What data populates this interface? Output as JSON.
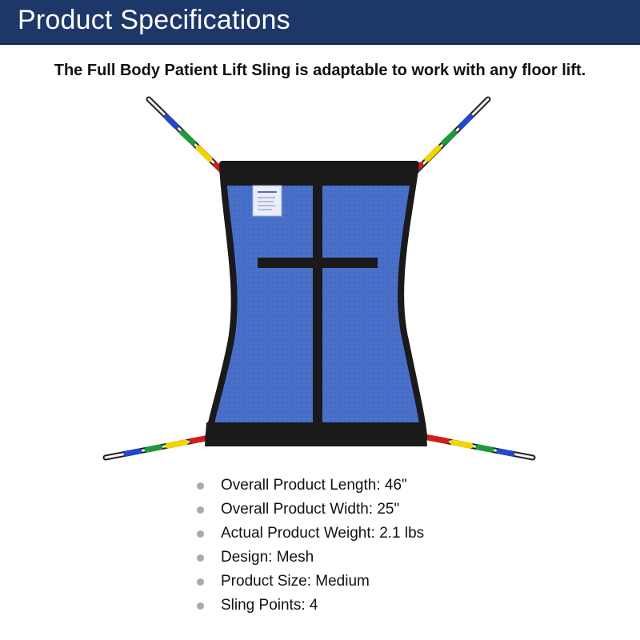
{
  "header": {
    "title": "Product Specifications"
  },
  "subtitle": "The Full Body Patient Lift Sling is adaptable to work with any floor lift.",
  "colors": {
    "header_bg": "#1d3868",
    "sling_mesh": "#4a6fc9",
    "sling_border": "#1a1a1a",
    "strap_loop_colors": [
      "#2448c8",
      "#1f9a3a",
      "#f2d400",
      "#d51c1c"
    ]
  },
  "image": {
    "name": "patient-lift-sling"
  },
  "specs": [
    {
      "label": "Overall Product Length",
      "value": "46\"",
      "text": "Overall Product Length: 46\""
    },
    {
      "label": "Overall Product Width",
      "value": "25\"",
      "text": "Overall Product Width: 25\""
    },
    {
      "label": "Actual Product Weight",
      "value": "2.1 lbs",
      "text": "Actual Product Weight: 2.1 lbs"
    },
    {
      "label": "Design",
      "value": "Mesh",
      "text": "Design: Mesh"
    },
    {
      "label": "Product Size",
      "value": "Medium",
      "text": "Product Size: Medium"
    },
    {
      "label": "Sling Points",
      "value": "4",
      "text": "Sling Points: 4"
    }
  ]
}
